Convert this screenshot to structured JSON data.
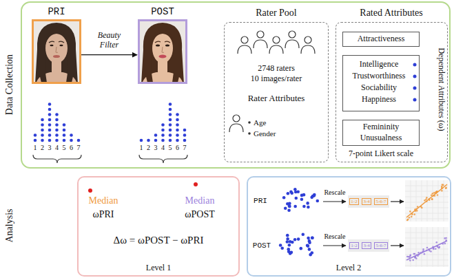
{
  "diagram": {
    "nodes": [
      {
        "text": [
          "Data Collection"
        ]
      },
      {
        "text": [
          "PRI"
        ],
        "in": 0
      },
      {
        "text": [
          "POST"
        ],
        "in": 0
      },
      {
        "text": [
          "Rater Pool",
          "2748 raters",
          "10 images/rater",
          "Rater Attributes",
          "Age",
          "Gender"
        ],
        "in": 0
      },
      {
        "text": [
          "Rated Attributes",
          "7-point Likert scale"
        ],
        "in": 0
      },
      {
        "text": [
          "Attractiveness"
        ],
        "in": 4
      },
      {
        "text": [
          "Intelligence",
          "Trustworthiness",
          "Sociability",
          "Happiness",
          "Dependent Attributes (ω)"
        ],
        "in": 4
      },
      {
        "text": [
          "Femininity",
          "Unusualness"
        ],
        "in": 4
      },
      {
        "text": [
          "Median",
          "Median",
          "ωPRI",
          "ωPOST",
          "Δω = ωPOST − ωPRI",
          "Level 1"
        ]
      },
      {
        "text": [
          "PRI",
          "Rescale",
          "POST",
          "Rescale",
          "Level 2"
        ]
      },
      {
        "text": [
          "1-2",
          "3-4",
          "5-6-7"
        ],
        "in": 9
      },
      {
        "text": [
          "1-2",
          "3-4",
          "5-6-7"
        ],
        "in": 9
      }
    ],
    "edges": [
      {
        "from": 1,
        "to": 2,
        "label": "Beauty Filter",
        "arrow": "to"
      }
    ],
    "labels": [
      "Analysis",
      "1",
      "2",
      "3",
      "4",
      "5",
      "6",
      "7",
      "1",
      "2",
      "3",
      "4",
      "5",
      "6",
      "7"
    ]
  }
}
